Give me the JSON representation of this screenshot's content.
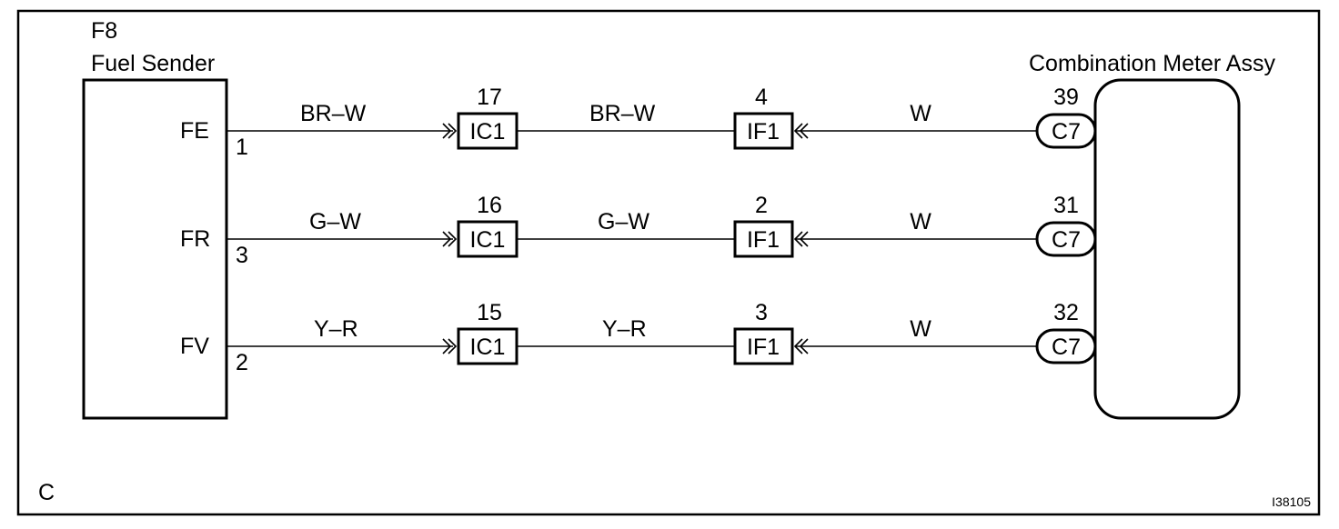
{
  "corner_label": "C",
  "figure_id": "I38105",
  "fuel_sender": {
    "code": "F8",
    "name": "Fuel Sender",
    "pins": [
      {
        "label": "FE",
        "number": "1"
      },
      {
        "label": "FR",
        "number": "3"
      },
      {
        "label": "FV",
        "number": "2"
      }
    ]
  },
  "meter": {
    "name": "Combination Meter Assy"
  },
  "circuits": [
    {
      "wire1": "BR–W",
      "ic_pin": "17",
      "ic_name": "IC1",
      "wire2": "BR–W",
      "if_pin": "4",
      "if_name": "IF1",
      "wire3": "W",
      "c7_pin": "39",
      "c7_name": "C7"
    },
    {
      "wire1": "G–W",
      "ic_pin": "16",
      "ic_name": "IC1",
      "wire2": "G–W",
      "if_pin": "2",
      "if_name": "IF1",
      "wire3": "W",
      "c7_pin": "31",
      "c7_name": "C7"
    },
    {
      "wire1": "Y–R",
      "ic_pin": "15",
      "ic_name": "IC1",
      "wire2": "Y–R",
      "if_pin": "3",
      "if_name": "IF1",
      "wire3": "W",
      "c7_pin": "32",
      "c7_name": "C7"
    }
  ]
}
